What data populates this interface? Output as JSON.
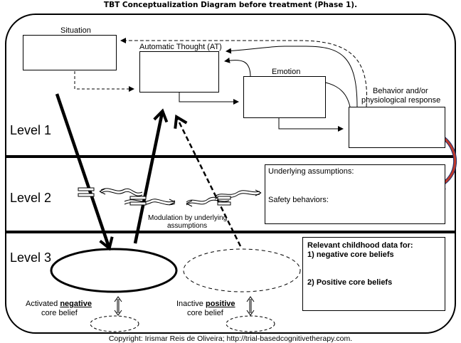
{
  "title": "TBT Conceptualization Diagram before treatment (Phase 1).",
  "copyright": "Copyright: Irismar Reis de Oliveira; http://trial-basedcognitivetherapy.com.",
  "levels": {
    "level1": "Level 1",
    "level2": "Level 2",
    "level3": "Level 3"
  },
  "level1": {
    "situation": "Situation",
    "automatic_thought": "Automatic Thought (AT)",
    "emotion": "Emotion",
    "behavior_line1": "Behavior and/or",
    "behavior_line2": "physiological response"
  },
  "level2": {
    "underlying_assumptions": "Underlying assumptions:",
    "safety_behaviors": "Safety behaviors:",
    "modulation_line1": "Modulation by underlying",
    "modulation_line2": "assumptions"
  },
  "level3": {
    "activated_prefix": "Activated ",
    "activated_word": "negative",
    "activated_suffix": "core belief",
    "inactive_prefix": "Inactive ",
    "inactive_word": "positive",
    "inactive_suffix": "core belief",
    "childhood_title": "Relevant childhood data for:",
    "childhood_item1": "1) negative core beliefs",
    "childhood_item2": "2) Positive core beliefs"
  }
}
